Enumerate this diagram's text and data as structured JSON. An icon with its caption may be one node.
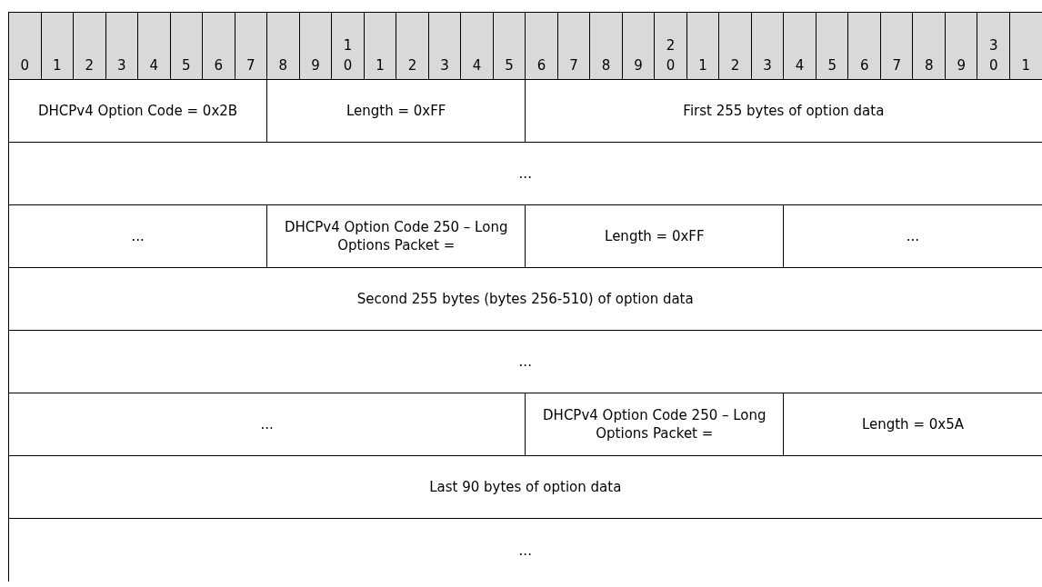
{
  "diagram": {
    "labels": [
      "0",
      "1",
      "2",
      "3",
      "4",
      "5",
      "6",
      "7",
      "8",
      "9",
      "1 0",
      "1",
      "2",
      "3",
      "4",
      "5",
      "6",
      "7",
      "8",
      "9",
      "2 0",
      "1",
      "2",
      "3",
      "4",
      "5",
      "6",
      "7",
      "8",
      "9",
      "3 0",
      "1",
      "DHCPv4 Option Code = 0x2B",
      "Length = 0xFF",
      "First 255 bytes of option data",
      "...",
      "...",
      "DHCPv4 Option Code 250 – Long Options Packet =",
      "Length = 0xFF",
      "...",
      "Second 255 bytes (bytes 256-510) of option data",
      "...",
      "...",
      "DHCPv4 Option Code 250 – Long Options Packet =",
      "Length = 0x5A",
      "Last 90 bytes of option data",
      "..."
    ]
  }
}
